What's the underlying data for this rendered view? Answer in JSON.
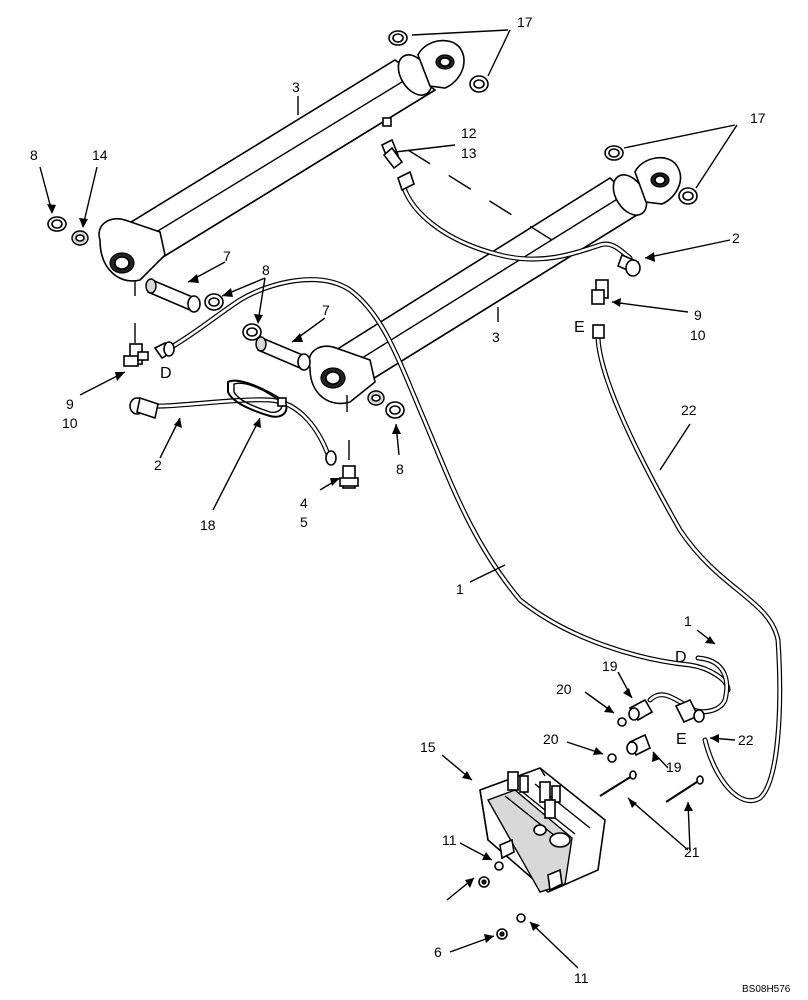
{
  "callouts": {
    "c17a": "17",
    "c3a": "3",
    "c12": "12",
    "c13": "13",
    "c17b": "17",
    "c8a": "8",
    "c14": "14",
    "c2a": "2",
    "c7a": "7",
    "c8b": "8",
    "c7b": "7",
    "c9a": "9",
    "c10a": "10",
    "c3b": "3",
    "c9b": "9",
    "c10b": "10",
    "c2b": "2",
    "c22a": "22",
    "c8c": "8",
    "c4": "4",
    "c5": "5",
    "c18": "18",
    "c1a": "1",
    "c1b": "1",
    "c19a": "19",
    "c20a": "20",
    "c20b": "20",
    "c15": "15",
    "c22b": "22",
    "c19b": "19",
    "c21": "21",
    "c11a": "11",
    "c6": "6",
    "c11b": "11"
  },
  "connection_marks": {
    "d_left": "D",
    "e_top": "E",
    "d_right": "D",
    "e_bottom": "E"
  },
  "reference_code": "BS08H576"
}
